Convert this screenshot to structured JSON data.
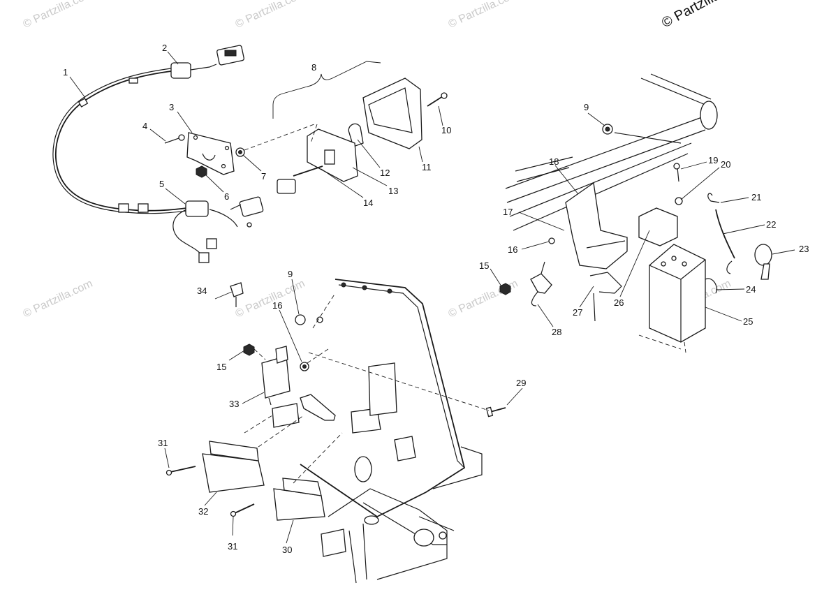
{
  "copyright": "© Partzilla",
  "watermark": "© Partzilla.com",
  "callouts": [
    "1",
    "2",
    "3",
    "4",
    "5",
    "6",
    "7",
    "8",
    "9",
    "10",
    "11",
    "12",
    "13",
    "14",
    "15",
    "16",
    "17",
    "18",
    "19",
    "20",
    "21",
    "22",
    "23",
    "24",
    "25",
    "26",
    "27",
    "28",
    "29",
    "30",
    "31",
    "32",
    "33",
    "34",
    "9",
    "15",
    "16",
    "31"
  ]
}
